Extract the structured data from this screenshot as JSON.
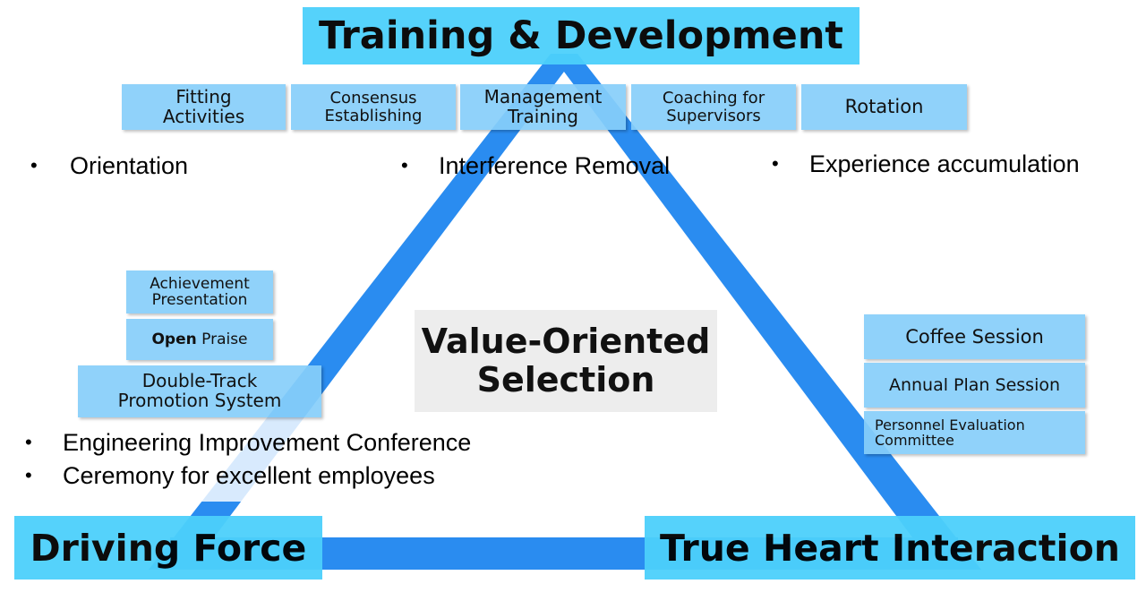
{
  "colors": {
    "triangle": "#2a8cf0",
    "title_bg": "#4cd0fb",
    "pill_bg": "#87cefa",
    "center_bg": "#ededed"
  },
  "titles": {
    "top": "Training & Development",
    "bottom_left": "Driving Force",
    "bottom_right": "True Heart Interaction"
  },
  "center_label": {
    "line1": "Value-Oriented",
    "line2": "Selection"
  },
  "top_activities": [
    {
      "line1": "Fitting",
      "line2": "Activities"
    },
    {
      "line1": "Consensus",
      "line2": "Establishing"
    },
    {
      "line1": "Management",
      "line2": "Training"
    },
    {
      "line1": "Coaching for",
      "line2": "Supervisors"
    },
    {
      "line1": "Rotation",
      "line2": ""
    }
  ],
  "top_bullets": [
    "Orientation",
    "Interference Removal",
    "Experience accumulation"
  ],
  "left_activities": [
    {
      "line1": "Achievement",
      "line2": "Presentation"
    },
    {
      "bold": "Open",
      "rest": " Praise"
    },
    {
      "line1": "Double-Track",
      "line2": "Promotion System"
    }
  ],
  "left_bullets": [
    "Engineering Improvement Conference",
    "Ceremony for excellent employees"
  ],
  "right_activities": [
    {
      "line1": "Coffee Session",
      "line2": ""
    },
    {
      "line1": "Annual Plan Session",
      "line2": ""
    },
    {
      "line1": "Personnel Evaluation",
      "line2": "Committee"
    }
  ],
  "bullet_symbol": "•"
}
